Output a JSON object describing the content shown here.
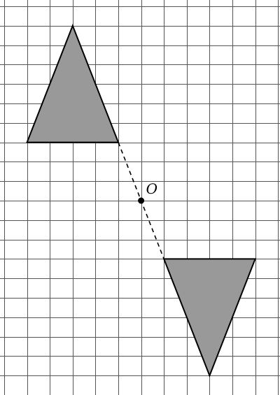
{
  "diagram": {
    "grid": {
      "columns": 12,
      "rows": 20
    },
    "colors": {
      "grid": "#555555",
      "fill": "#999999",
      "stroke": "#000000",
      "background": "#ffffff"
    },
    "center": {
      "label": "O",
      "point": [
        6,
        10
      ]
    },
    "shapes": [
      {
        "id": "triangle-original",
        "points": [
          [
            1,
            7
          ],
          [
            5,
            7
          ],
          [
            3,
            1
          ]
        ]
      },
      {
        "id": "triangle-image",
        "points": [
          [
            7,
            13
          ],
          [
            11,
            13
          ],
          [
            9,
            19
          ]
        ]
      }
    ],
    "segment": {
      "from": [
        5,
        7
      ],
      "to": [
        7,
        13
      ],
      "style": "dashed"
    }
  }
}
